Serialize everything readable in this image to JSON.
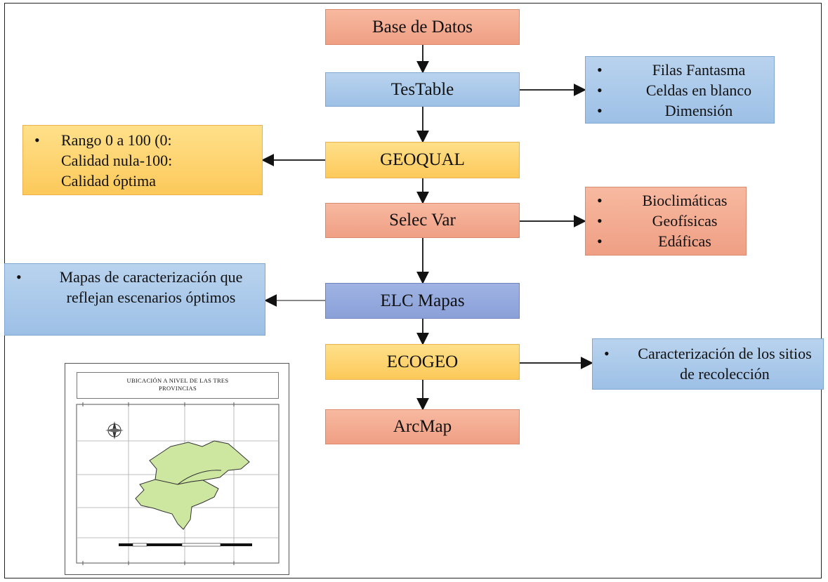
{
  "nodes": {
    "base_de_datos": "Base de Datos",
    "testable": "TesTable",
    "geoqual": "GEOQUAL",
    "selec_var": "Selec Var",
    "elc_mapas": "ELC Mapas",
    "ecogeo": "ECOGEO",
    "arcmap": "ArcMap"
  },
  "notes": {
    "testable": [
      "Filas Fantasma",
      "Celdas en blanco",
      "Dimensión"
    ],
    "geoqual": [
      "Rango 0 a 100 (0: Calidad nula-100: Calidad óptima"
    ],
    "selec_var": [
      "Bioclimáticas",
      "Geofísicas",
      "Edáficas"
    ],
    "elc_mapas": [
      "Mapas de caracterización que reflejan escenarios óptimos"
    ],
    "ecogeo": [
      "Caracterización de los sitios de recolección"
    ]
  },
  "map": {
    "title_line1": "UBICACIÓN A NIVEL DE LAS TRES",
    "title_line2": "PROVINCIAS"
  },
  "colors": {
    "salmon": "#f4ae94",
    "blue": "#a9c8ea",
    "yellow": "#fdd36e",
    "navy": "#93a9dd",
    "map_region": "#cde6a0"
  }
}
